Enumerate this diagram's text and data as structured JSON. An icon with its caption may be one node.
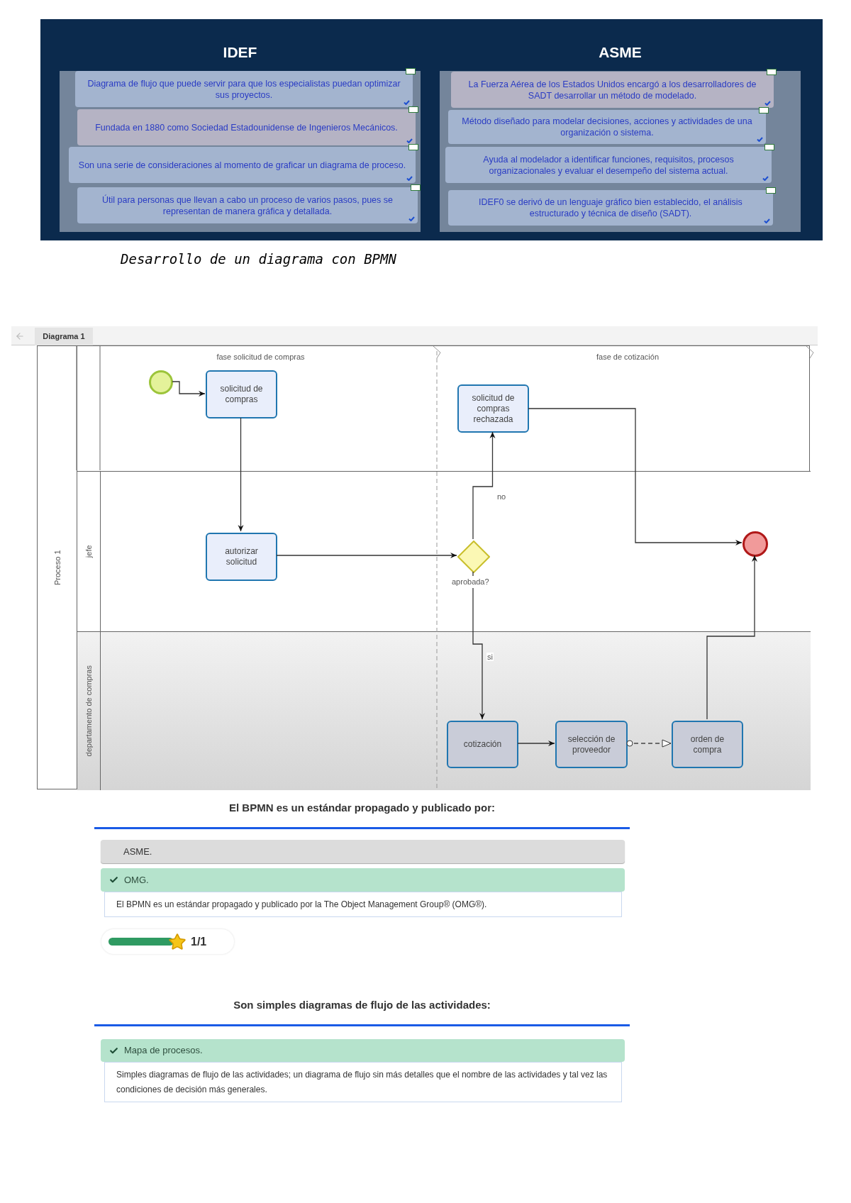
{
  "diagram": {
    "nodes": [
      {
        "text": [
          "IDEF"
        ]
      },
      {
        "text": [
          "Diagrama de flujo que puede servir para que los especialistas puedan optimizar sus proyectos."
        ],
        "in": 0
      },
      {
        "text": [
          "Fundada en 1880 como Sociedad Estadounidense de Ingenieros Mecánicos."
        ],
        "in": 0
      },
      {
        "text": [
          "Son una serie de consideraciones al momento de graficar un diagrama de proceso."
        ],
        "in": 0
      },
      {
        "text": [
          "Útil para personas que llevan a cabo un proceso de varios pasos, pues se representan de manera gráfica y detallada."
        ],
        "in": 0
      },
      {
        "text": [
          "ASME"
        ]
      },
      {
        "text": [
          "La Fuerza Aérea de los Estados Unidos encargó a los desarrolladores de SADT desarrollar un método de modelado."
        ],
        "in": 5
      },
      {
        "text": [
          "Método diseñado para modelar decisiones, acciones y actividades de una organización o sistema."
        ],
        "in": 5
      },
      {
        "text": [
          "Ayuda al modelador a identificar funciones, requisitos, procesos organizacionales y evaluar el desempeño del sistema actual."
        ],
        "in": 5
      },
      {
        "text": [
          "IDEF0 se derivó de un lenguaje gráfico bien establecido, el análisis estructurado y técnica de diseño (SADT)."
        ],
        "in": 5
      },
      {
        "text": [
          "Proceso 1"
        ]
      },
      {
        "text": [],
        "shape": "circle",
        "in": 10
      },
      {
        "text": [
          "solicitud de compras"
        ],
        "in": 10
      },
      {
        "text": [
          "solicitud de compras rechazada"
        ],
        "in": 10
      },
      {
        "text": [
          "jefe"
        ],
        "in": 10
      },
      {
        "text": [
          "autorizar solicitud"
        ],
        "in": 14
      },
      {
        "text": [],
        "shape": "diamond",
        "in": 14,
        "beside": [
          "aprobada?"
        ]
      },
      {
        "text": [],
        "shape": "circle",
        "in": 14
      },
      {
        "text": [
          "departamento de compras"
        ],
        "in": 10
      },
      {
        "text": [
          "cotización"
        ],
        "in": 18
      },
      {
        "text": [
          "selección de proveedor"
        ],
        "in": 18
      },
      {
        "text": [
          "orden de compra"
        ],
        "in": 18
      }
    ],
    "edges": [
      {
        "from": 11,
        "to": 12,
        "arrow": "to"
      },
      {
        "from": 12,
        "to": 15,
        "arrow": "to"
      },
      {
        "from": 15,
        "to": 16,
        "arrow": "to"
      },
      {
        "from": 16,
        "to": 13,
        "arrow": "to",
        "label": "no"
      },
      {
        "from": 16,
        "to": 19,
        "arrow": "to",
        "label": "si"
      },
      {
        "from": 13,
        "to": 17,
        "arrow": "to"
      },
      {
        "from": 19,
        "to": 20,
        "arrow": "to"
      },
      {
        "from": 20,
        "to": 21,
        "arrow": "to",
        "style": "dashed"
      },
      {
        "from": 21,
        "to": 17,
        "arrow": "to"
      }
    ],
    "labels": [
      "Desarrollo de un diagrama con BPMN",
      "Diagrama 1",
      "fase solicitud de compras",
      "fase de cotización",
      "El BPMN es un estándar propagado y publicado por:",
      "ASME.",
      "OMG.",
      "El BPMN es un estándar propagado y publicado por la The Object Management Group® (OMG®).",
      "1/1",
      "Son simples diagramas de flujo de las actividades:",
      "Mapa de procesos.",
      "Simples diagramas de flujo de las actividades; un diagrama de flujo sin más detalles que el nombre de las actividades y tal vez las condiciones de decisión más generales."
    ]
  }
}
